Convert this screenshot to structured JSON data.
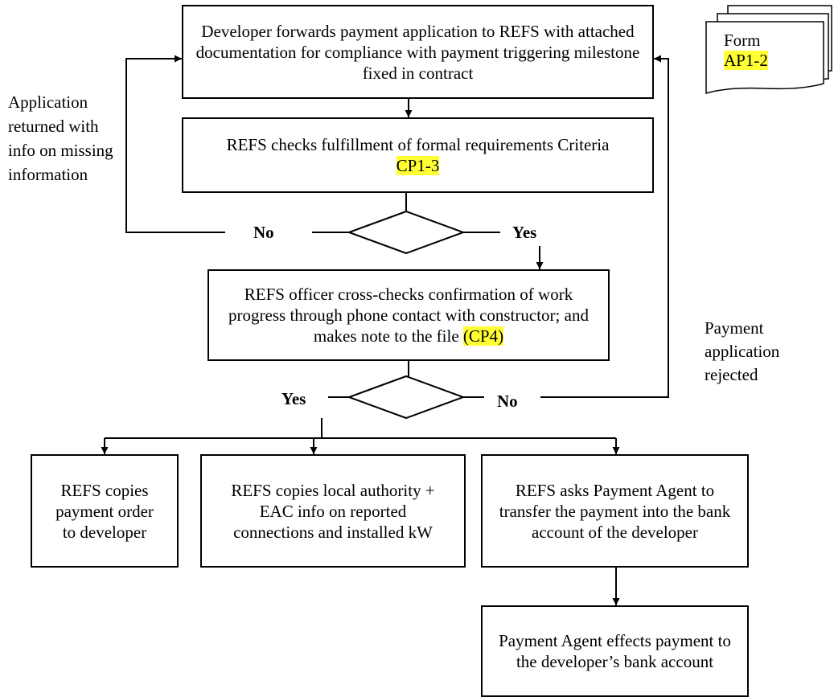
{
  "steps": {
    "forward_application": "Developer forwards payment application to REFS with attached documentation for compliance with payment triggering milestone fixed in contract",
    "check_formal_pre": "REFS checks fulfillment of formal requirements Criteria ",
    "check_formal_code": "CP1-3",
    "cross_check_pre": "REFS officer cross-checks confirmation of work progress through phone contact with constructor; and makes note to the file ",
    "cross_check_code": "(CP4)",
    "copy_payment_order": "REFS copies payment order to developer",
    "copy_authority_info": "REFS copies local authority + EAC info on reported connections and installed kW",
    "ask_payment_agent": "REFS asks Payment Agent to transfer the payment into the bank account of the developer",
    "agent_effects_payment": "Payment Agent effects payment to the developer’s bank account"
  },
  "decisions": {
    "d1_no": "No",
    "d1_yes": "Yes",
    "d2_yes": "Yes",
    "d2_no": "No"
  },
  "notes": {
    "returned": "Application returned with info on missing information",
    "rejected": "Payment application rejected"
  },
  "form": {
    "label": "Form",
    "code": "AP1-2"
  },
  "colors": {
    "highlight": "#ffff33",
    "line": "#000000"
  }
}
